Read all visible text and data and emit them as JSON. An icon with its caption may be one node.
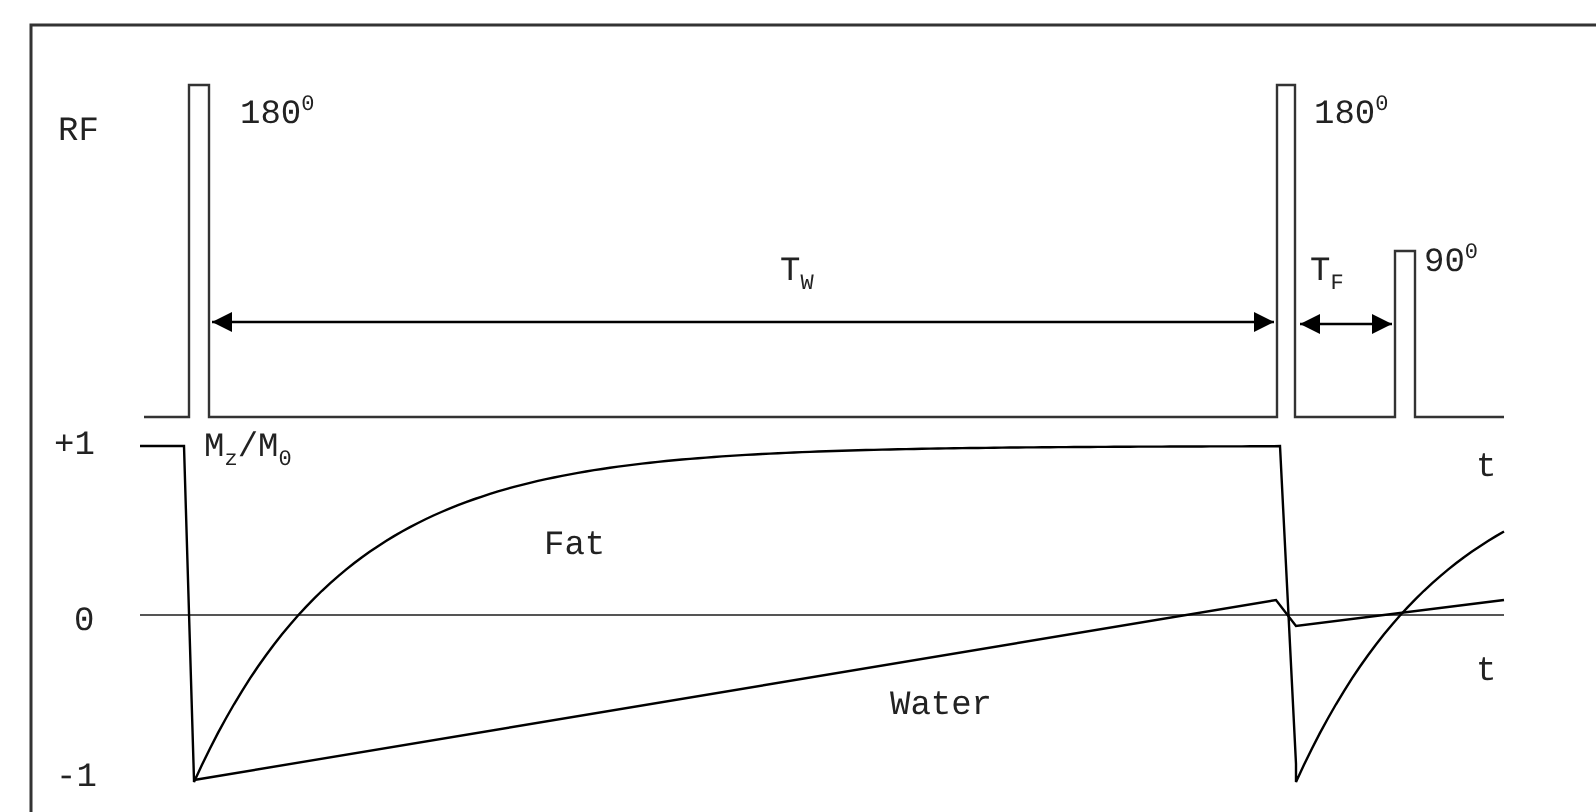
{
  "diagram": {
    "labels": [
      "RF",
      "180$^{0}$",
      "T$_{W}$",
      "180$^{0}$",
      "T$_{F}$",
      "90$^{0}$",
      "+1",
      "M$_{z}$/M$_{0}$",
      "t",
      "Fat",
      "0",
      "t",
      "Water",
      "-1"
    ]
  }
}
